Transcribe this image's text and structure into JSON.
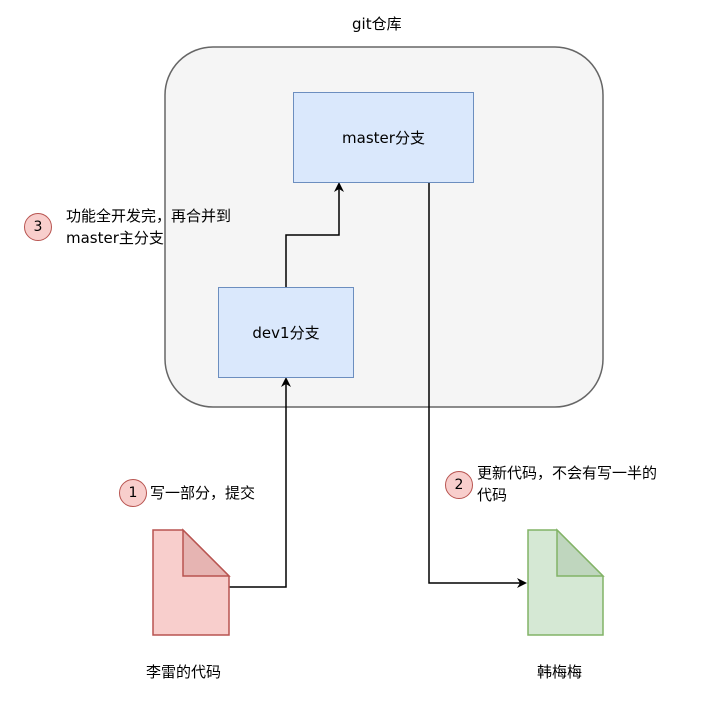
{
  "repo": {
    "title": "git仓库",
    "fill": "#f5f5f5",
    "stroke": "#666666"
  },
  "branches": {
    "master": {
      "label": "master分支",
      "fill": "#dae8fc",
      "stroke": "#6c8ebf"
    },
    "dev1": {
      "label": "dev1分支",
      "fill": "#dae8fc",
      "stroke": "#6c8ebf"
    }
  },
  "steps": [
    {
      "number": "1",
      "text": "写一部分，提交"
    },
    {
      "number": "2",
      "line1": "更新代码，不会有写一半的",
      "line2": "代码"
    },
    {
      "number": "3",
      "line1": "功能全开发完，再合并到",
      "line2": "master主分支"
    }
  ],
  "documents": {
    "lilei": {
      "label": "李雷的代码",
      "fill": "#f8cecc",
      "stroke": "#b85450"
    },
    "hanmeimei": {
      "label": "韩梅梅",
      "fill": "#d5e8d4",
      "stroke": "#82b366"
    }
  }
}
